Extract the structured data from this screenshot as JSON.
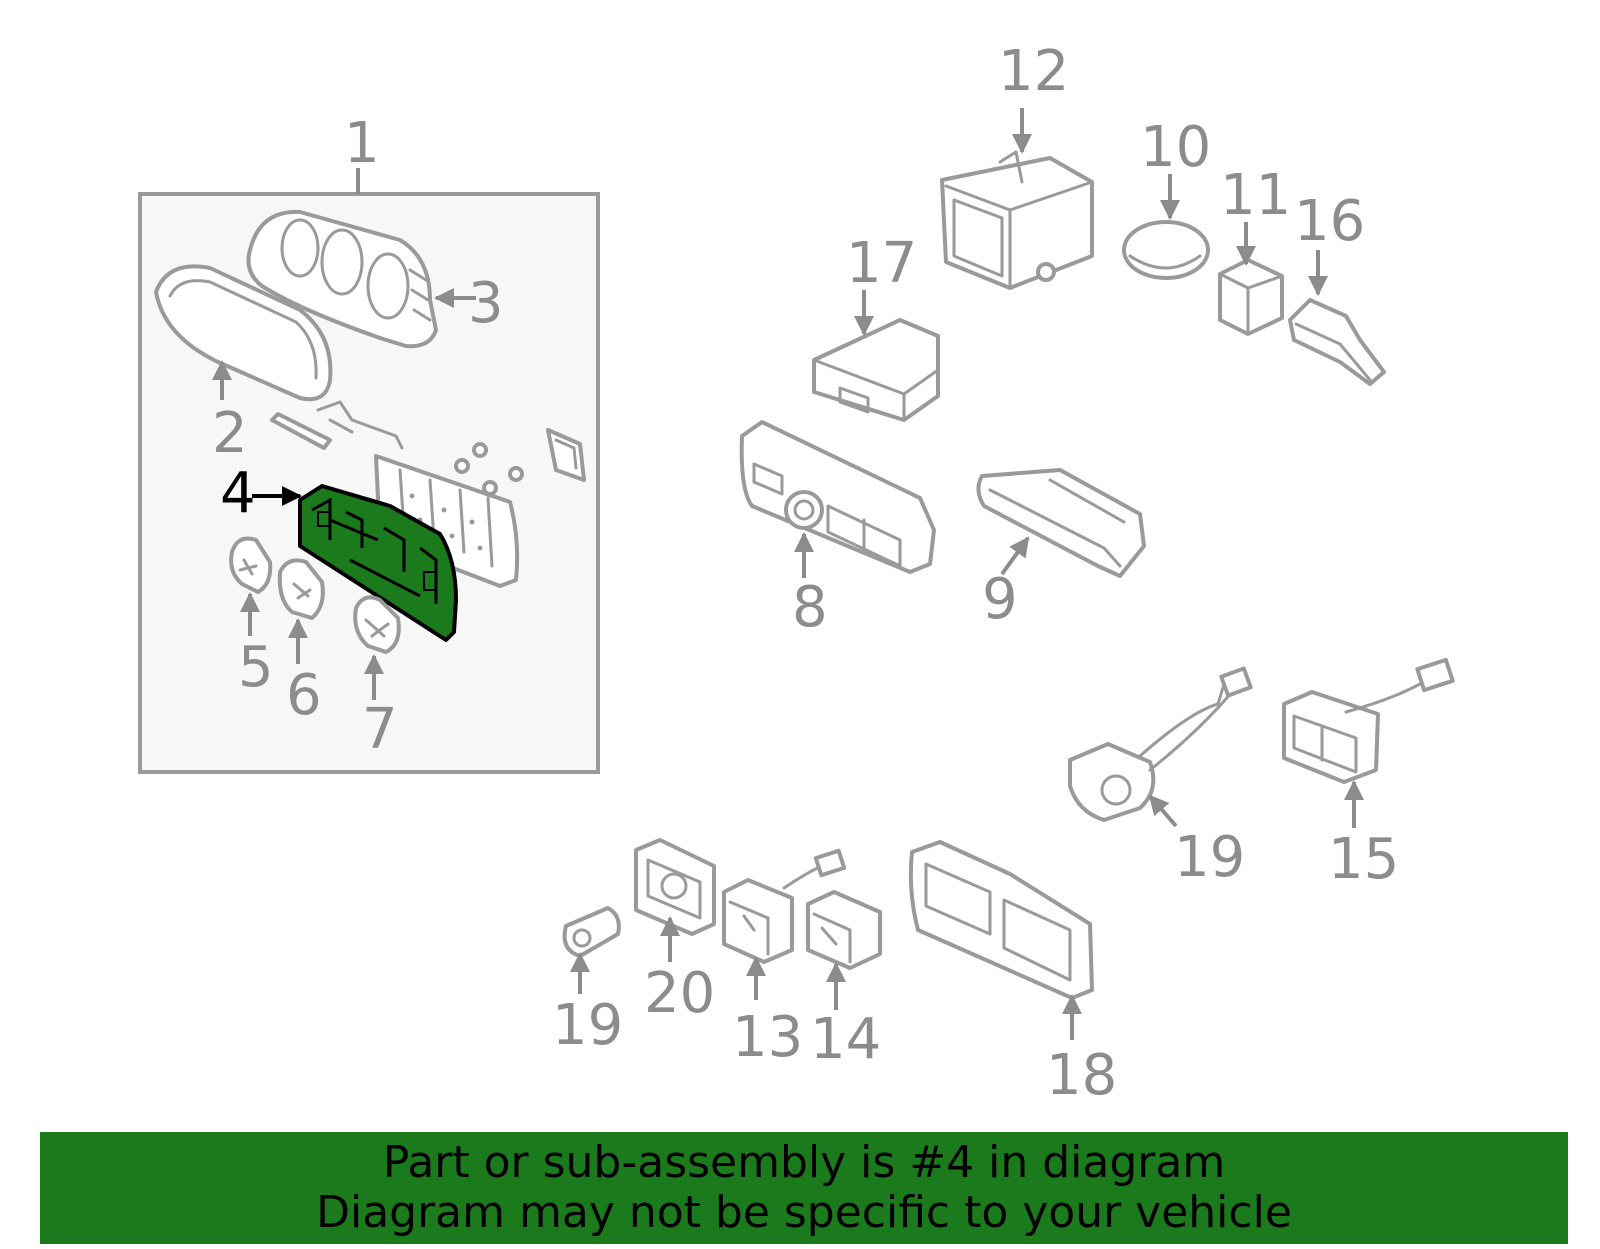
{
  "diagram": {
    "highlight_color": "#1b7a1b",
    "highlighted_part": "4",
    "callouts": {
      "c1": "1",
      "c2": "2",
      "c3": "3",
      "c4": "4",
      "c5": "5",
      "c6": "6",
      "c7": "7",
      "c8": "8",
      "c9": "9",
      "c10": "10",
      "c11": "11",
      "c12": "12",
      "c13": "13",
      "c14": "14",
      "c15": "15",
      "c16": "16",
      "c17": "17",
      "c18": "18",
      "c19a": "19",
      "c19b": "19",
      "c20": "20"
    }
  },
  "banner": {
    "line1": "Part or sub-assembly is #4 in diagram",
    "line2": "Diagram may not be specific to your vehicle",
    "background": "#1b7a1b"
  }
}
